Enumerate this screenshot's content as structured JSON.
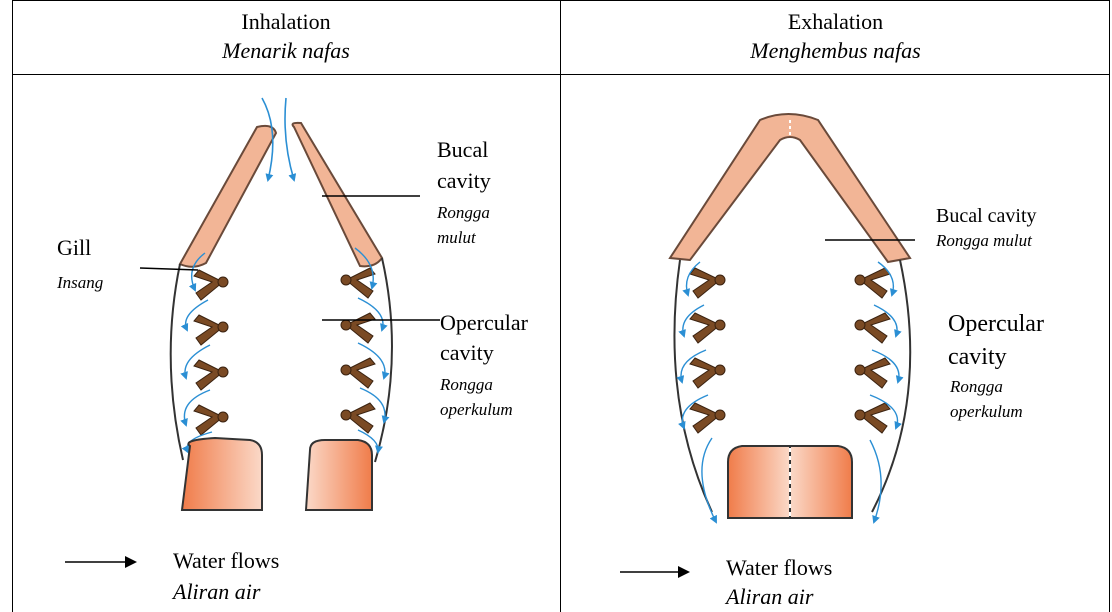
{
  "columns": [
    {
      "title": "Inhalation",
      "subtitle": "Menarik nafas",
      "labels": {
        "bucal_1": "Bucal",
        "bucal_2": "cavity",
        "bucal_ms_1": "Rongga",
        "bucal_ms_2": "mulut",
        "gill": "Gill",
        "gill_ms": "Insang",
        "opercular_1": "Opercular",
        "opercular_2": "cavity",
        "opercular_ms_1": "Rongga",
        "opercular_ms_2": "operkulum"
      },
      "legend": {
        "label": "Water flows",
        "label_ms": "Aliran air"
      }
    },
    {
      "title": "Exhalation",
      "subtitle": "Menghembus nafas",
      "labels": {
        "bucal": "Bucal cavity",
        "bucal_ms": "Rongga mulut",
        "opercular_1": "Opercular",
        "opercular_2": "cavity",
        "opercular_ms_1": "Rongga",
        "opercular_ms_2": "operkulum"
      },
      "legend": {
        "label": "Water flows",
        "label_ms": "Aliran air"
      }
    }
  ],
  "colors": {
    "tissue": "#f2b596",
    "tissue_stroke": "#6a4a3a",
    "gill": "#7a4a24",
    "flow_arrow": "#2b8fd4"
  }
}
